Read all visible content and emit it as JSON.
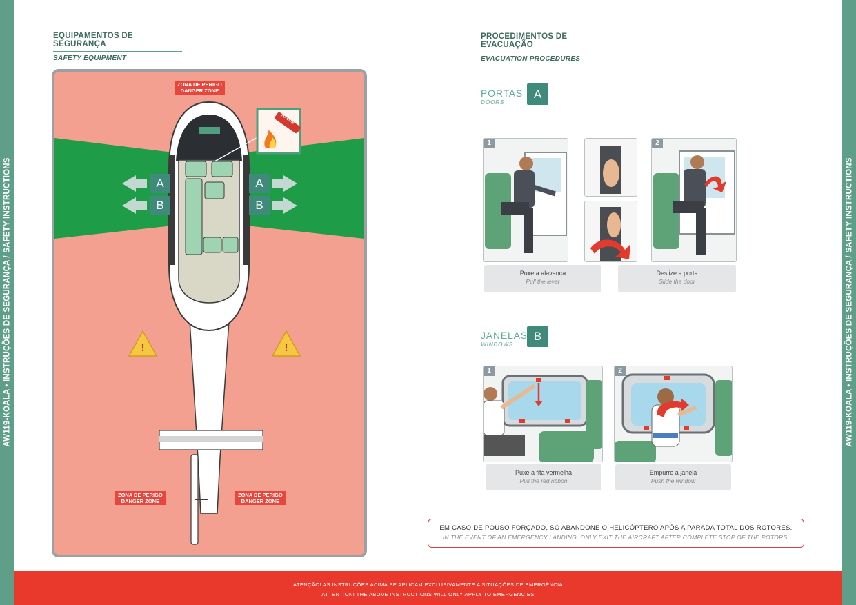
{
  "side_text": "AW119-KOALA • INSTRUÇÕES DE SEGURANÇA / SAFETY INSTRUCTIONS",
  "safety_equipment": {
    "title_pt": "EQUIPAMENTOS DE SEGURANÇA",
    "title_en": "SAFETY EQUIPMENT"
  },
  "diagram": {
    "danger_top_pt": "ZONA DE PERIGO",
    "danger_top_en": "DANGER ZONE",
    "danger_bl_pt": "ZONA DE PERIGO",
    "danger_bl_en": "DANGER ZONE",
    "danger_br_pt": "ZONA DE PERIGO",
    "danger_br_en": "DANGER ZONE",
    "door_a": "A",
    "door_b": "B",
    "extinguisher_label": "HALON",
    "warning_symbol": "!",
    "icons": [
      "fire-extinguisher-icon",
      "arrow-left-icon",
      "arrow-right-icon",
      "warning-triangle-icon"
    ],
    "colors": {
      "danger": "#f3a091",
      "safe": "#1f9c48",
      "label_red": "#e8463c"
    }
  },
  "evacuation": {
    "title_pt": "PROCEDIMENTOS DE EVACUAÇÃO",
    "title_en": "EVACUATION PROCEDURES"
  },
  "doors": {
    "title_pt": "PORTAS",
    "title_en": "DOORS",
    "letter": "A",
    "steps": [
      {
        "num": "1",
        "caption_pt": "Puxe a alavanca",
        "caption_en": "Pull the lever"
      },
      {
        "num": "2",
        "caption_pt": "Deslize a porta",
        "caption_en": "Slide the door"
      }
    ]
  },
  "windows": {
    "title_pt": "JANELAS",
    "title_en": "WINDOWS",
    "letter": "B",
    "steps": [
      {
        "num": "1",
        "caption_pt": "Puxe a fita vermelha",
        "caption_en": "Pull the red ribbon"
      },
      {
        "num": "2",
        "caption_pt": "Empurre a janela",
        "caption_en": "Push the window"
      }
    ]
  },
  "warning": {
    "pt": "EM CASO DE POUSO FORÇADO, SÓ ABANDONE O HELICÓPTERO APÓS A PARADA TOTAL DOS ROTORES.",
    "en": "IN THE EVENT OF AN EMERGENCY LANDING, ONLY EXIT THE AIRCRAFT AFTER COMPLETE STOP OF THE ROTORS."
  },
  "footer": {
    "pt": "ATENÇÃO! AS INSTRUÇÕES ACIMA SE APLICAM EXCLUSIVAMENTE A SITUAÇÕES DE EMERGÊNCIA",
    "en": "ATTENTION! THE ABOVE INSTRUCTIONS WILL ONLY APPLY TO EMERGENCIES"
  }
}
